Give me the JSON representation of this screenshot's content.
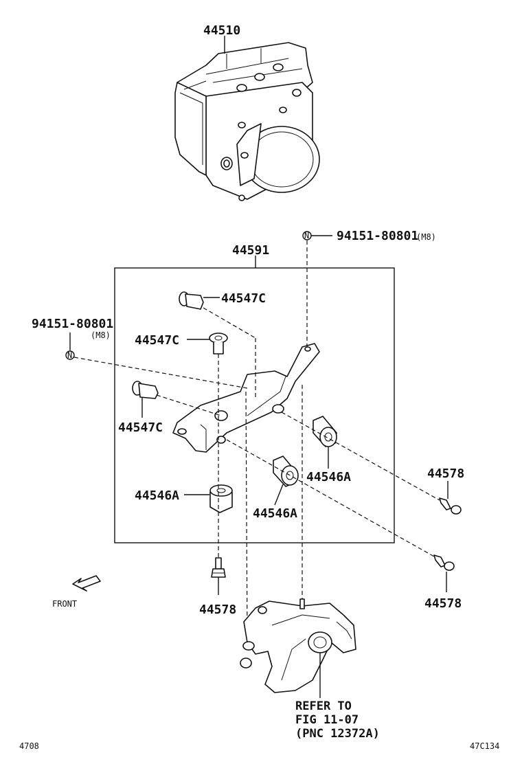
{
  "labels": {
    "actuator": "44510",
    "bracket_assy": "44591",
    "bolt_top": "94151-80801",
    "bolt_top_size": "(M8)",
    "bolt_left": "94151-80801",
    "bolt_left_size": "(M8)",
    "collar_top": "44547C",
    "collar_mid": "44547C",
    "collar_left": "44547C",
    "cushion_right": "44546A",
    "cushion_center": "44546A",
    "cushion_left": "44546A",
    "bolt_right_upper": "44578",
    "bolt_right_lower": "44578",
    "bolt_bottom": "44578",
    "front": "FRONT",
    "refer_line1": "REFER TO",
    "refer_line2": "FIG 11-07",
    "refer_line3": "(PNC 12372A)",
    "nut_symbol_top": "N",
    "nut_symbol_left": "N",
    "footer_left": "4708",
    "footer_right": "47C134"
  }
}
